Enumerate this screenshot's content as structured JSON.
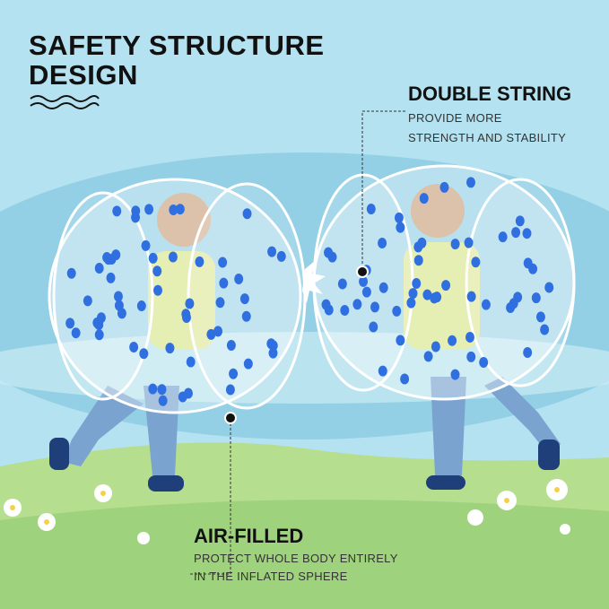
{
  "title": {
    "line1": "SAFETY STRUCTURE",
    "line2": "DESIGN"
  },
  "callouts": {
    "double_string": {
      "heading": "DOUBLE STRING",
      "line1": "PROVIDE MORE",
      "line2": "STRENGTH AND STABILITY"
    },
    "air_filled": {
      "heading": "AIR-FILLED",
      "line1": "PROTECT WHOLE BODY ENTIRELY",
      "line2": "IN THE INFLATED SPHERE"
    }
  },
  "colors": {
    "sky": "#b4e2f0",
    "band": "#8fcde3",
    "grass": "#a8d784",
    "dot": "#2f6fe0"
  }
}
